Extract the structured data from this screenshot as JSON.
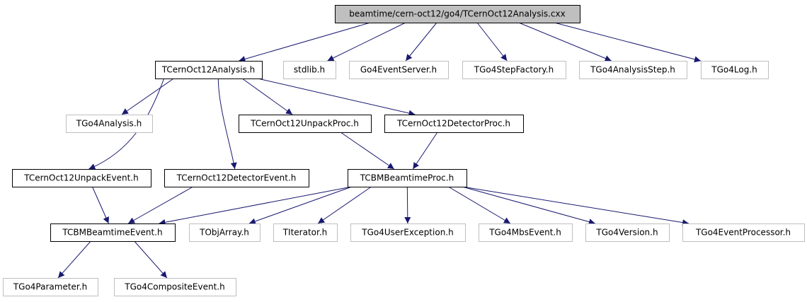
{
  "colors": {
    "background": "#ffffff",
    "edge": "#191970",
    "root_fill": "#bfbfbf",
    "primary_border": "#000000",
    "secondary_border": "#bfbfbf",
    "text": "#000000"
  },
  "nodes": [
    {
      "id": "root",
      "label": "beamtime/cern-oct12/go4/TCernOct12Analysis.cxx",
      "style": "root"
    },
    {
      "id": "analysis_h",
      "label": "TCernOct12Analysis.h",
      "style": "primary"
    },
    {
      "id": "stdlib_h",
      "label": "stdlib.h",
      "style": "secondary"
    },
    {
      "id": "go4eventserver_h",
      "label": "Go4EventServer.h",
      "style": "secondary"
    },
    {
      "id": "tgo4stepfactory_h",
      "label": "TGo4StepFactory.h",
      "style": "secondary"
    },
    {
      "id": "tgo4analysisstep_h",
      "label": "TGo4AnalysisStep.h",
      "style": "secondary"
    },
    {
      "id": "tgo4log_h",
      "label": "TGo4Log.h",
      "style": "secondary"
    },
    {
      "id": "tgo4analysis_h",
      "label": "TGo4Analysis.h",
      "style": "secondary"
    },
    {
      "id": "unpackproc_h",
      "label": "TCernOct12UnpackProc.h",
      "style": "primary"
    },
    {
      "id": "detectorproc_h",
      "label": "TCernOct12DetectorProc.h",
      "style": "primary"
    },
    {
      "id": "unpackevent_h",
      "label": "TCernOct12UnpackEvent.h",
      "style": "primary"
    },
    {
      "id": "detectorevent_h",
      "label": "TCernOct12DetectorEvent.h",
      "style": "primary"
    },
    {
      "id": "beamtimeproc_h",
      "label": "TCBMBeamtimeProc.h",
      "style": "primary"
    },
    {
      "id": "beamtimeevent_h",
      "label": "TCBMBeamtimeEvent.h",
      "style": "primary"
    },
    {
      "id": "tobjarray_h",
      "label": "TObjArray.h",
      "style": "secondary"
    },
    {
      "id": "titerator_h",
      "label": "TIterator.h",
      "style": "secondary"
    },
    {
      "id": "tgo4userexception_h",
      "label": "TGo4UserException.h",
      "style": "secondary"
    },
    {
      "id": "tgo4mbsevent_h",
      "label": "TGo4MbsEvent.h",
      "style": "secondary"
    },
    {
      "id": "tgo4version_h",
      "label": "TGo4Version.h",
      "style": "secondary"
    },
    {
      "id": "tgo4eventprocessor_h",
      "label": "TGo4EventProcessor.h",
      "style": "secondary"
    },
    {
      "id": "tgo4parameter_h",
      "label": "TGo4Parameter.h",
      "style": "secondary"
    },
    {
      "id": "tgo4compositeevent_h",
      "label": "TGo4CompositeEvent.h",
      "style": "secondary"
    }
  ],
  "edges": [
    {
      "from": "root",
      "to": "analysis_h"
    },
    {
      "from": "root",
      "to": "stdlib_h"
    },
    {
      "from": "root",
      "to": "go4eventserver_h"
    },
    {
      "from": "root",
      "to": "tgo4stepfactory_h"
    },
    {
      "from": "root",
      "to": "tgo4analysisstep_h"
    },
    {
      "from": "root",
      "to": "tgo4log_h"
    },
    {
      "from": "analysis_h",
      "to": "tgo4analysis_h"
    },
    {
      "from": "analysis_h",
      "to": "unpackproc_h"
    },
    {
      "from": "analysis_h",
      "to": "detectorproc_h"
    },
    {
      "from": "analysis_h",
      "to": "unpackevent_h"
    },
    {
      "from": "analysis_h",
      "to": "detectorevent_h"
    },
    {
      "from": "unpackproc_h",
      "to": "beamtimeproc_h"
    },
    {
      "from": "detectorproc_h",
      "to": "beamtimeproc_h"
    },
    {
      "from": "unpackevent_h",
      "to": "beamtimeevent_h"
    },
    {
      "from": "detectorevent_h",
      "to": "beamtimeevent_h"
    },
    {
      "from": "beamtimeproc_h",
      "to": "beamtimeevent_h"
    },
    {
      "from": "beamtimeproc_h",
      "to": "tobjarray_h"
    },
    {
      "from": "beamtimeproc_h",
      "to": "titerator_h"
    },
    {
      "from": "beamtimeproc_h",
      "to": "tgo4userexception_h"
    },
    {
      "from": "beamtimeproc_h",
      "to": "tgo4mbsevent_h"
    },
    {
      "from": "beamtimeproc_h",
      "to": "tgo4version_h"
    },
    {
      "from": "beamtimeproc_h",
      "to": "tgo4eventprocessor_h"
    },
    {
      "from": "beamtimeevent_h",
      "to": "tgo4parameter_h"
    },
    {
      "from": "beamtimeevent_h",
      "to": "tgo4compositeevent_h"
    }
  ]
}
